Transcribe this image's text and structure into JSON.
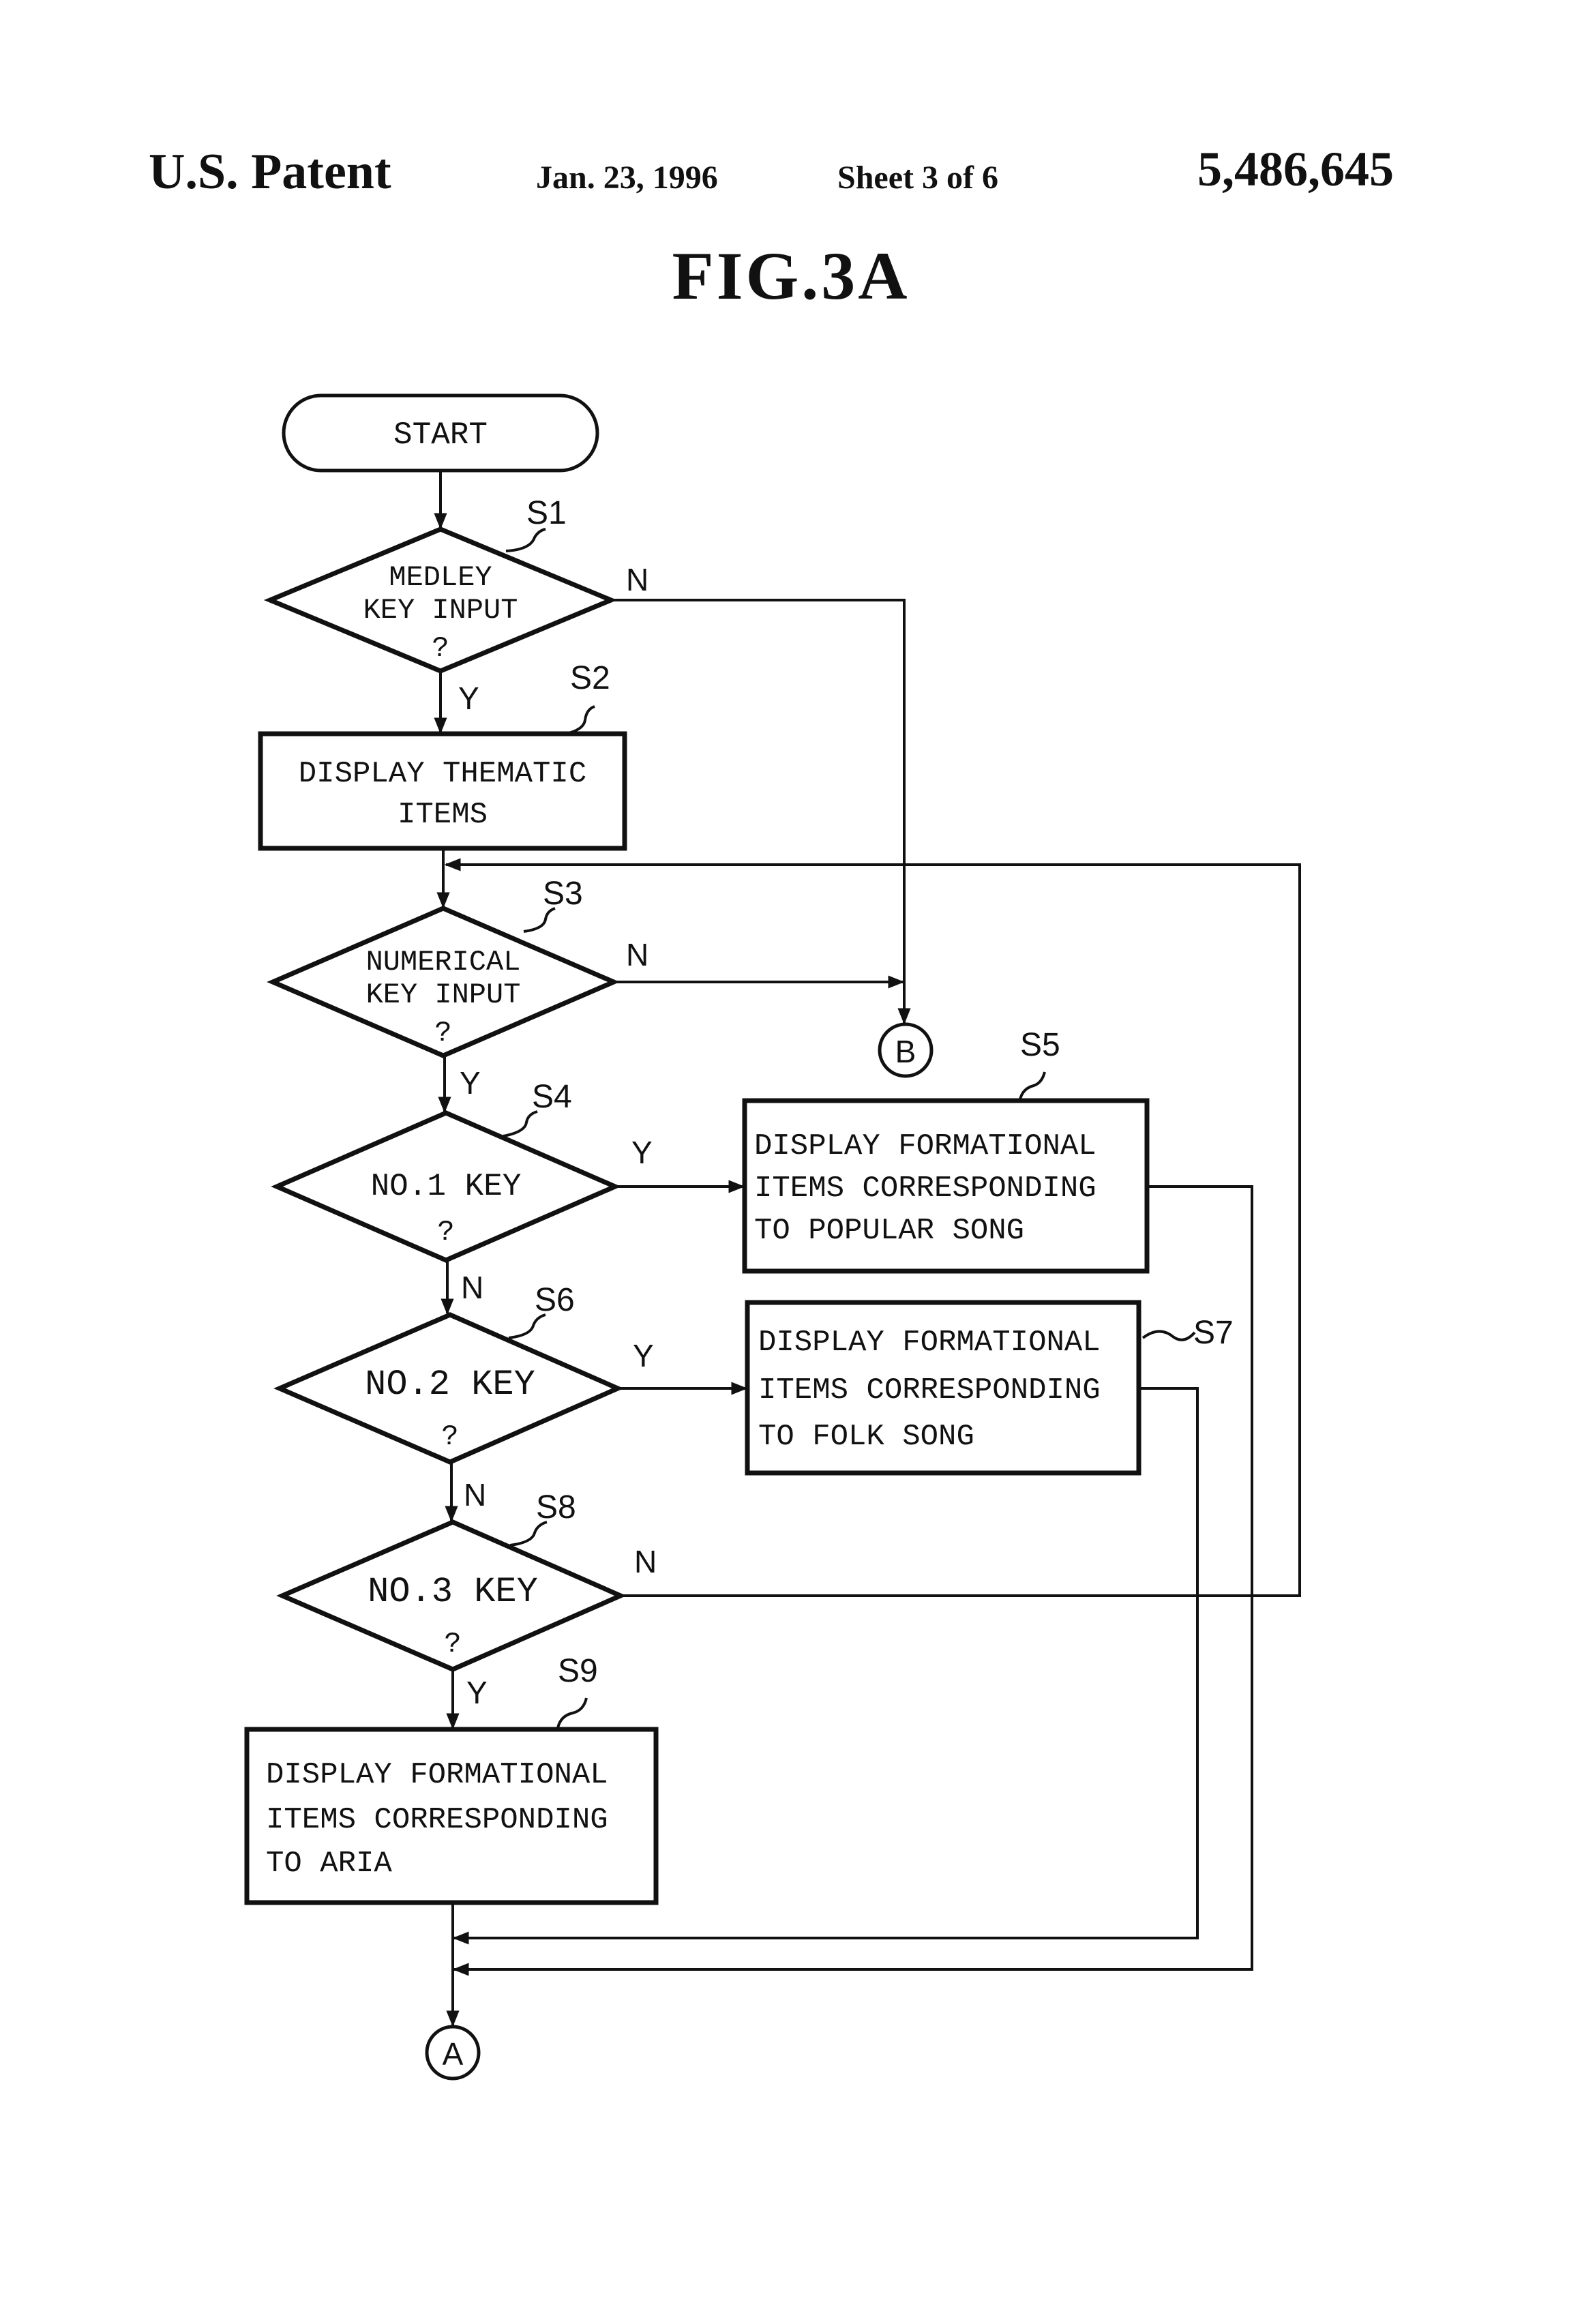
{
  "header": {
    "patent_label": "U.S. Patent",
    "date": "Jan. 23, 1996",
    "sheet": "Sheet 3 of 6",
    "patent_number": "5,486,645"
  },
  "figure_title": "FIG.3A",
  "nodes": {
    "start": "START",
    "s1": [
      "MEDLEY",
      "KEY INPUT",
      "?"
    ],
    "s2": [
      "DISPLAY THEMATIC",
      "ITEMS"
    ],
    "s3": [
      "NUMERICAL",
      "KEY INPUT",
      "?"
    ],
    "s4": [
      "NO.1 KEY",
      "?"
    ],
    "s5": [
      "DISPLAY FORMATIONAL",
      "ITEMS CORRESPONDING",
      "TO POPULAR SONG"
    ],
    "s6": [
      "NO.2 KEY",
      "?"
    ],
    "s7": [
      "DISPLAY FORMATIONAL",
      "ITEMS CORRESPONDING",
      "TO FOLK SONG"
    ],
    "s8": [
      "NO.3 KEY",
      "?"
    ],
    "s9": [
      "DISPLAY FORMATIONAL",
      "ITEMS CORRESPONDING",
      "TO ARIA"
    ]
  },
  "step_labels": {
    "s1": "S1",
    "s2": "S2",
    "s3": "S3",
    "s4": "S4",
    "s5": "S5",
    "s6": "S6",
    "s7": "S7",
    "s8": "S8",
    "s9": "S9"
  },
  "branch_labels": {
    "s1_no": "N",
    "s1_yes": "Y",
    "s3_no": "N",
    "s3_yes": "Y",
    "s4_yes": "Y",
    "s4_no": "N",
    "s6_yes": "Y",
    "s6_no": "N",
    "s8_no": "N",
    "s8_yes": "Y"
  },
  "connectors": {
    "b": "B",
    "a": "A"
  }
}
